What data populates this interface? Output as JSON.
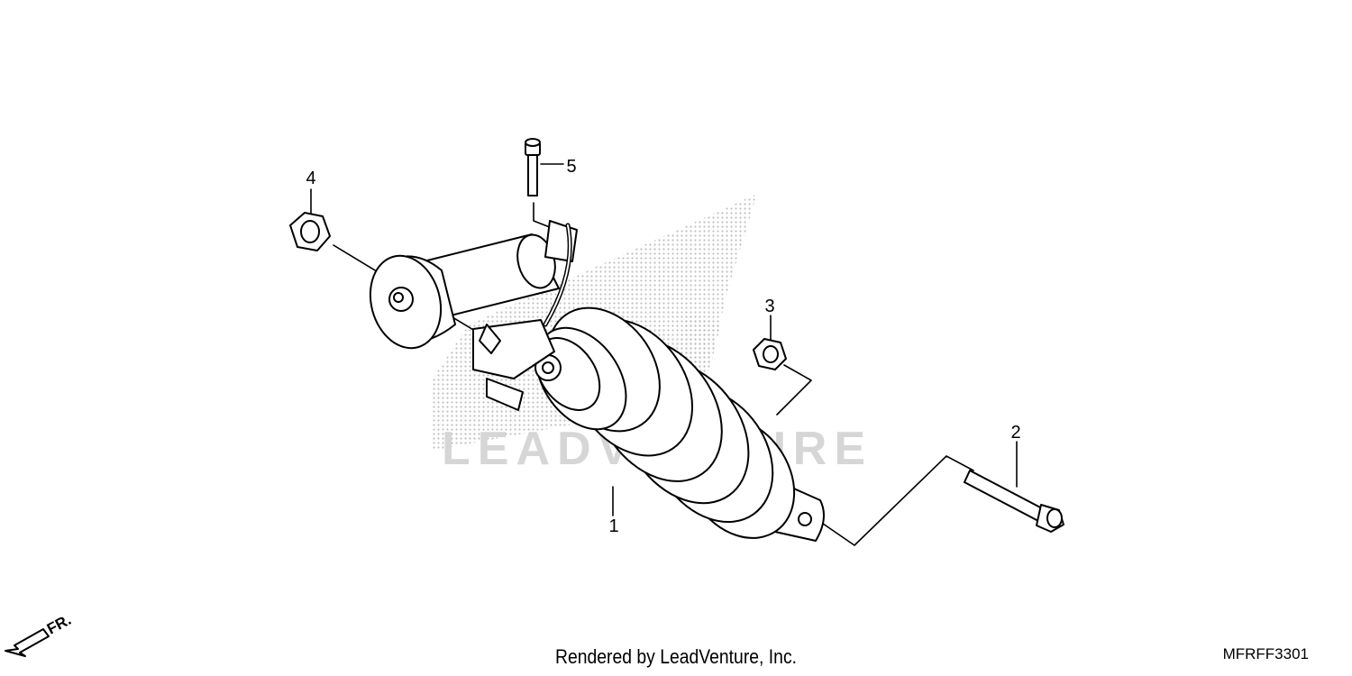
{
  "diagram": {
    "callouts": [
      {
        "id": "1",
        "label": "1"
      },
      {
        "id": "2",
        "label": "2"
      },
      {
        "id": "3",
        "label": "3"
      },
      {
        "id": "4",
        "label": "4"
      },
      {
        "id": "5",
        "label": "5"
      }
    ],
    "direction_marker": "FR.",
    "watermark": "LEADVENTURE",
    "footer_credit": "Rendered by LeadVenture, Inc.",
    "diagram_code": "MFRFF3301"
  },
  "colors": {
    "line": "#000000",
    "watermark": "#d6d6d6",
    "background": "#ffffff"
  }
}
